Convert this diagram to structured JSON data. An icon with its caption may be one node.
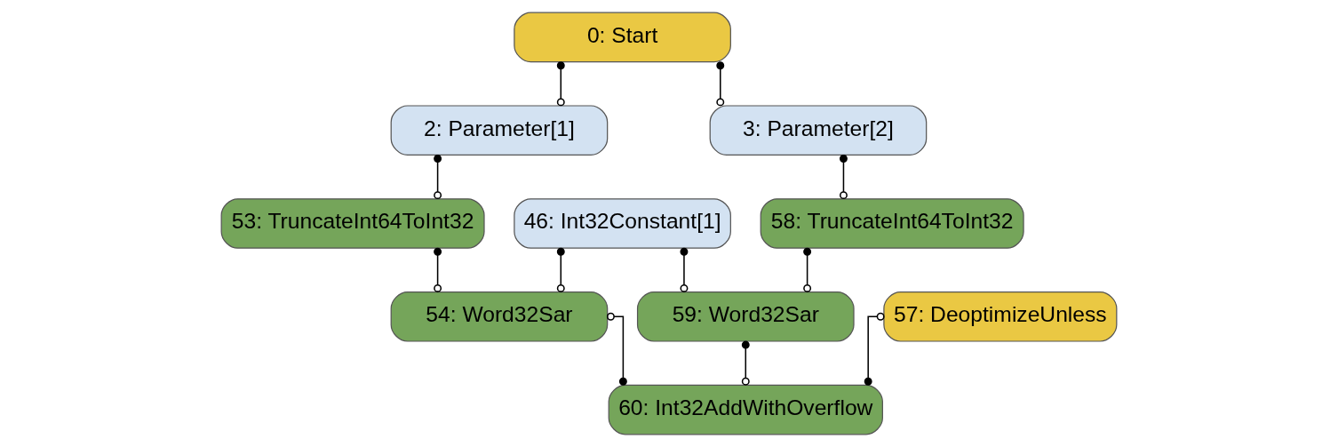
{
  "diagram": {
    "nodes": [
      {
        "text": [
          "0: Start"
        ]
      },
      {
        "text": [
          "46: Int32Constant[1]"
        ]
      },
      {
        "text": [
          "57: DeoptimizeUnless"
        ]
      },
      {
        "text": [
          "2: Parameter[1]"
        ]
      },
      {
        "text": [
          "3: Parameter[2]"
        ]
      },
      {
        "text": [
          "53: TruncateInt64ToInt32"
        ]
      },
      {
        "text": [
          "58: TruncateInt64ToInt32"
        ]
      },
      {
        "text": [
          "54: Word32Sar"
        ]
      },
      {
        "text": [
          "59: Word32Sar"
        ]
      },
      {
        "text": [
          "60: Int32AddWithOverflow"
        ]
      }
    ],
    "edges": [
      {
        "from": 0,
        "to": 3,
        "arrow": "other"
      },
      {
        "from": 0,
        "to": 4,
        "arrow": "other"
      },
      {
        "from": 3,
        "to": 5,
        "arrow": "other"
      },
      {
        "from": 4,
        "to": 6,
        "arrow": "other"
      },
      {
        "from": 1,
        "to": 7,
        "arrow": "other"
      },
      {
        "from": 1,
        "to": 8,
        "arrow": "other"
      },
      {
        "from": 5,
        "to": 7,
        "arrow": "other"
      },
      {
        "from": 6,
        "to": 8,
        "arrow": "other"
      },
      {
        "from": 7,
        "to": 9,
        "arrow": "other"
      },
      {
        "from": 8,
        "to": 9,
        "arrow": "other"
      },
      {
        "from": 2,
        "to": 9,
        "arrow": "other"
      }
    ]
  }
}
